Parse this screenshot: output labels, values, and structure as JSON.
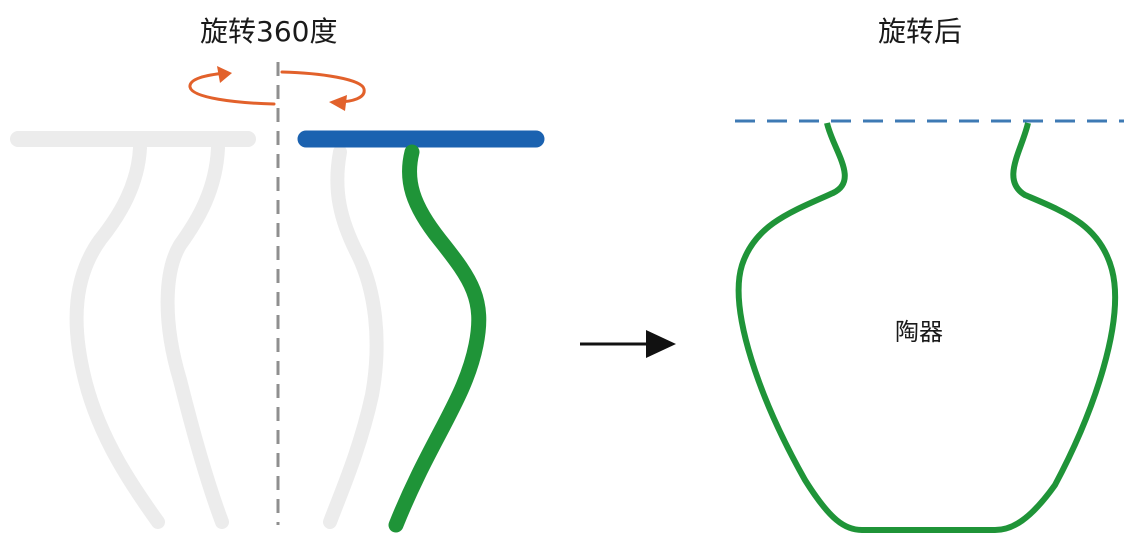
{
  "labels": {
    "before_title": "旋转360度",
    "after_title": "旋转后",
    "vessel_name": "陶器"
  },
  "colors": {
    "profile_curve": "#1f9438",
    "top_rim": "#1b62b0",
    "rotation_arrows": "#e2612b",
    "ghost_profiles": "#ececec",
    "axis": "#8f8f8f",
    "rim_dashed_line": "#3e7ab4",
    "transition_arrow": "#111111"
  },
  "icons": {
    "rotation": "circular-rotation-arrows-icon",
    "transition": "right-arrow-icon"
  }
}
